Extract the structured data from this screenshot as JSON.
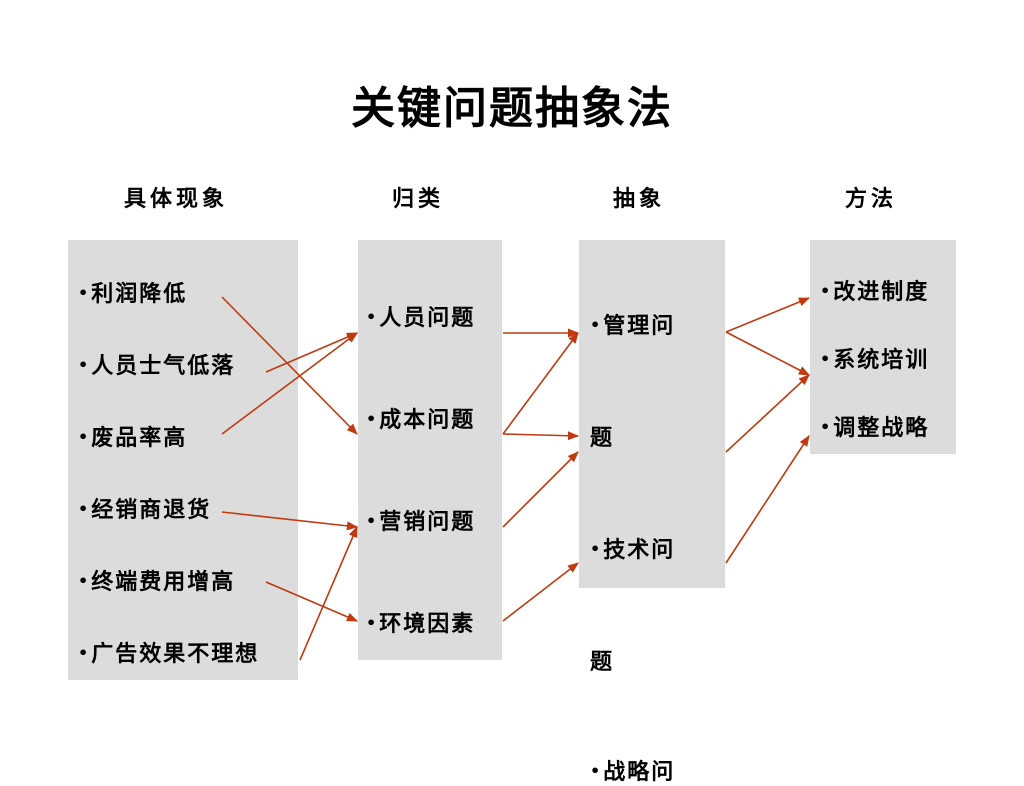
{
  "title": "关键问题抽象法",
  "columns": {
    "phenomena": "具体现象",
    "category": "归类",
    "abstraction": "抽象",
    "method": "方法"
  },
  "bullet": "•",
  "phenomena": [
    "利润降低",
    "人员士气低落",
    "废品率高",
    "经销商退货",
    "终端费用增高",
    "广告效果不理想"
  ],
  "categories": [
    "人员问题",
    "成本问题",
    "营销问题",
    "环境因素"
  ],
  "abstraction": {
    "management_a": "管理问",
    "management_b": "题",
    "technical_a": "技术问",
    "technical_b": "题",
    "strategy_a": "战略问"
  },
  "methods": [
    "改进制度",
    "系统培训",
    "调整战略"
  ],
  "colors": {
    "box": "#dcdcdc",
    "arrow": "#c0390f"
  }
}
